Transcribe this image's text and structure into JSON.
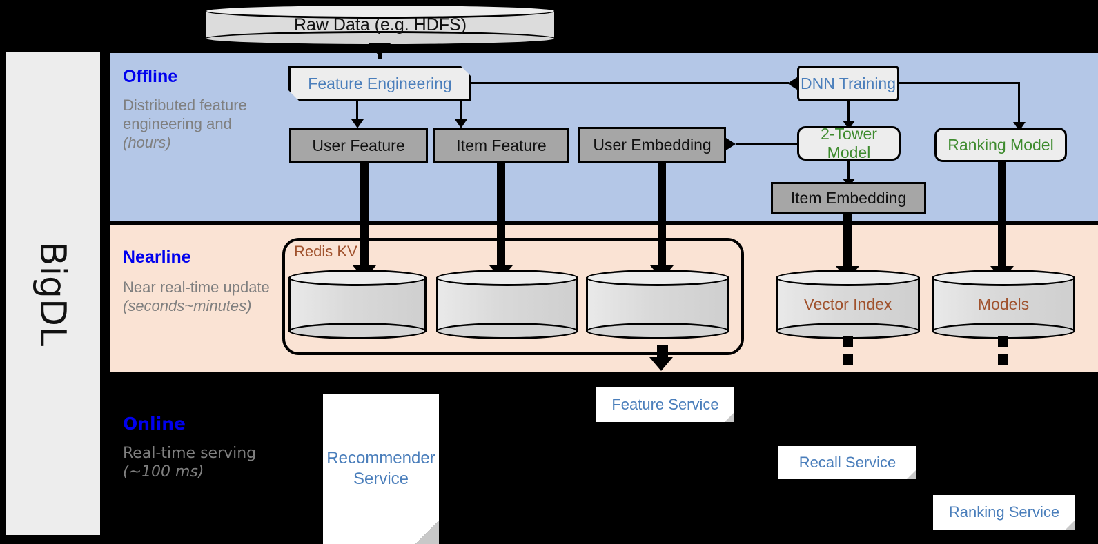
{
  "framework": {
    "name": "BigDL"
  },
  "top": {
    "raw_data": "Raw Data (e.g. HDFS)"
  },
  "sections": [
    {
      "key": "offline",
      "title": "Offline",
      "subtitle": "Distributed feature engineering and ",
      "subtitle_italic": "(hours)",
      "bg": "#b4c7e7"
    },
    {
      "key": "nearline",
      "title": "Nearline",
      "subtitle": "Near real-time update ",
      "subtitle_italic": "(seconds~minutes)",
      "bg": "#fae3d4"
    },
    {
      "key": "online",
      "title": "Online",
      "subtitle": "Real-time serving ",
      "subtitle_italic": "(~100 ms)",
      "bg": "#000000"
    }
  ],
  "offline": {
    "feature_engineering": "Feature Engineering",
    "dnn_training": "DNN Training",
    "user_feature": "User Feature",
    "item_feature": "Item Feature",
    "user_embedding": "User Embedding",
    "two_tower_model": "2-Tower Model",
    "ranking_model": "Ranking Model",
    "item_embedding": "Item Embedding"
  },
  "nearline": {
    "redis_kv": "Redis KV",
    "store_1": "",
    "store_2": "",
    "store_3": "",
    "vector_index": "Vector Index",
    "models": "Models"
  },
  "online": {
    "recommender_service": "Recommender Service",
    "feature_service": "Feature Service",
    "recall_service": "Recall Service",
    "ranking_service": "Ranking Service"
  },
  "colors": {
    "offline_bg": "#b4c7e7",
    "nearline_bg": "#fae3d4",
    "online_bg": "#000000",
    "section_title": "#0000ee",
    "section_sub": "#7f7f7f",
    "grey_box": "#a6a6a6",
    "process_box": "#ededed",
    "green_text": "#3e8b2e",
    "blue_text": "#4a7ebb",
    "brown_text": "#a0522d",
    "rail_bg": "#ededed"
  }
}
